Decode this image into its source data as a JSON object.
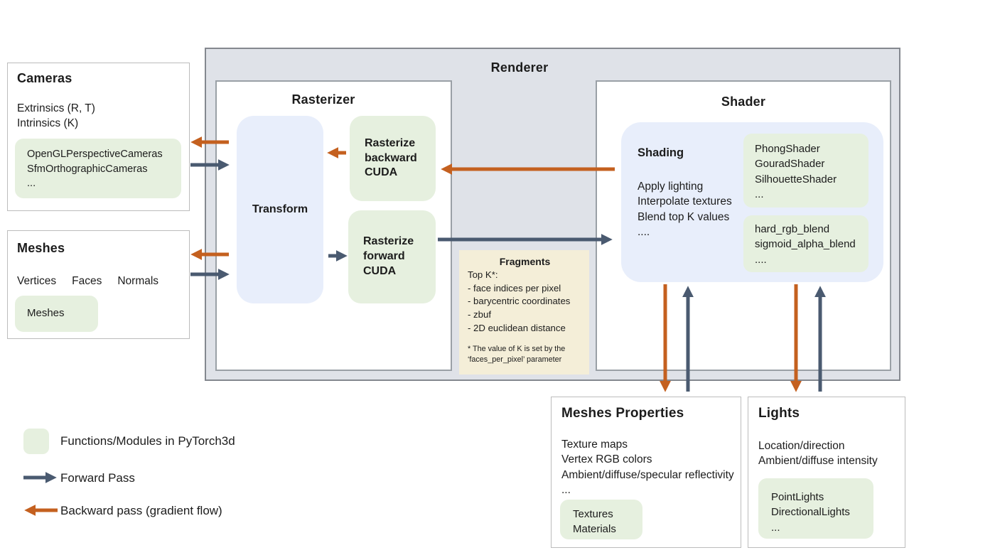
{
  "colors": {
    "orange": "#c4601f",
    "slate": "#4a5a70",
    "green_fill": "#e6f0df",
    "blue_fill": "#e8eefb",
    "renderer_bg": "#dfe2e8",
    "fragments_bg": "#f4eed8"
  },
  "cameras": {
    "title": "Cameras",
    "body": "Extrinsics (R, T)\nIntrinsics (K)",
    "module": "OpenGLPerspectiveCameras\nSfmOrthographicCameras\n..."
  },
  "meshes": {
    "title": "Meshes",
    "attrs": [
      "Vertices",
      "Faces",
      "Normals"
    ],
    "module": "Meshes"
  },
  "renderer": {
    "title": "Renderer"
  },
  "rasterizer": {
    "title": "Rasterizer",
    "transform": "Transform",
    "backward": "Rasterize\nbackward\nCUDA",
    "forward": "Rasterize\nforward\nCUDA"
  },
  "fragments": {
    "title": "Fragments",
    "lines": "Top K*:\n- face indices per pixel\n- barycentric coordinates\n- zbuf\n- 2D euclidean distance",
    "footnote": "* The value of K is set by the\n‘faces_per_pixel’ parameter"
  },
  "shader": {
    "title": "Shader",
    "shading_title": "Shading",
    "shading_body": "Apply lighting\nInterpolate textures\nBlend top K values\n....",
    "shaders_module": "PhongShader\nGouradShader\nSilhouetteShader\n...",
    "blend_module": "hard_rgb_blend\nsigmoid_alpha_blend\n...."
  },
  "meshes_properties": {
    "title": "Meshes Properties",
    "body": "Texture maps\nVertex RGB colors\nAmbient/diffuse/specular reflectivity\n...",
    "module": "Textures\nMaterials"
  },
  "lights": {
    "title": "Lights",
    "body": "Location/direction\nAmbient/diffuse intensity",
    "module": "PointLights\nDirectionalLights\n..."
  },
  "legend": {
    "modules_label": "Functions/Modules in PyTorch3d",
    "forward_label": "Forward Pass",
    "backward_label": "Backward pass (gradient flow)"
  }
}
